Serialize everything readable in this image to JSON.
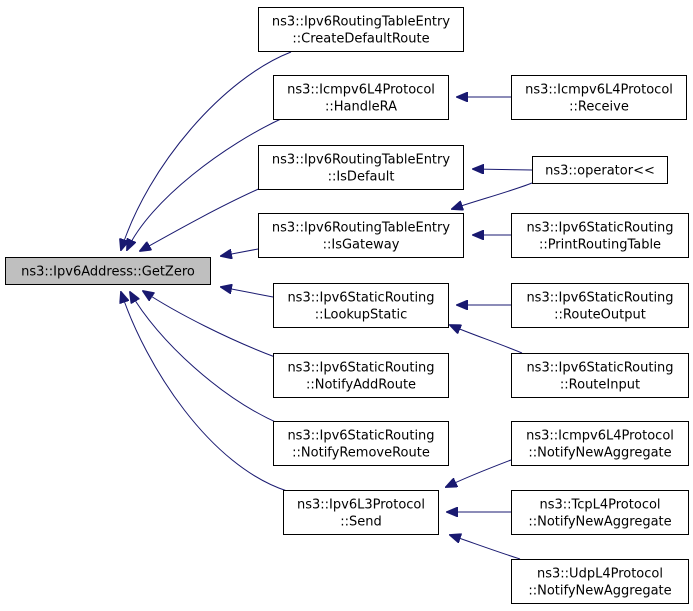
{
  "diagram": {
    "accent_color": "#191970",
    "root": {
      "id": "getzero",
      "lines": [
        "ns3::Ipv6Address::GetZero"
      ]
    },
    "nodes": [
      {
        "id": "createdefaultroute",
        "lines": [
          "ns3::Ipv6RoutingTableEntry",
          "::CreateDefaultRoute"
        ]
      },
      {
        "id": "handlera",
        "lines": [
          "ns3::Icmpv6L4Protocol",
          "::HandleRA"
        ]
      },
      {
        "id": "receive",
        "lines": [
          "ns3::Icmpv6L4Protocol",
          "::Receive"
        ]
      },
      {
        "id": "isdefault",
        "lines": [
          "ns3::Ipv6RoutingTableEntry",
          "::IsDefault"
        ]
      },
      {
        "id": "operator",
        "lines": [
          "ns3::operator<<"
        ]
      },
      {
        "id": "isgateway",
        "lines": [
          "ns3::Ipv6RoutingTableEntry",
          "::IsGateway"
        ]
      },
      {
        "id": "printroutingtable",
        "lines": [
          "ns3::Ipv6StaticRouting",
          "::PrintRoutingTable"
        ]
      },
      {
        "id": "lookupstatic",
        "lines": [
          "ns3::Ipv6StaticRouting",
          "::LookupStatic"
        ]
      },
      {
        "id": "routeoutput",
        "lines": [
          "ns3::Ipv6StaticRouting",
          "::RouteOutput"
        ]
      },
      {
        "id": "routeinput",
        "lines": [
          "ns3::Ipv6StaticRouting",
          "::RouteInput"
        ]
      },
      {
        "id": "notifyaddroute",
        "lines": [
          "ns3::Ipv6StaticRouting",
          "::NotifyAddRoute"
        ]
      },
      {
        "id": "notifyremoveroute",
        "lines": [
          "ns3::Ipv6StaticRouting",
          "::NotifyRemoveRoute"
        ]
      },
      {
        "id": "send",
        "lines": [
          "ns3::Ipv6L3Protocol",
          "::Send"
        ]
      },
      {
        "id": "icmpv6notify",
        "lines": [
          "ns3::Icmpv6L4Protocol",
          "::NotifyNewAggregate"
        ]
      },
      {
        "id": "tcpnotify",
        "lines": [
          "ns3::TcpL4Protocol",
          "::NotifyNewAggregate"
        ]
      },
      {
        "id": "udpnotify",
        "lines": [
          "ns3::UdpL4Protocol",
          "::NotifyNewAggregate"
        ]
      }
    ],
    "edges": [
      {
        "from": "createdefaultroute",
        "to": "getzero"
      },
      {
        "from": "handlera",
        "to": "getzero"
      },
      {
        "from": "isdefault",
        "to": "getzero"
      },
      {
        "from": "isgateway",
        "to": "getzero"
      },
      {
        "from": "lookupstatic",
        "to": "getzero"
      },
      {
        "from": "notifyaddroute",
        "to": "getzero"
      },
      {
        "from": "notifyremoveroute",
        "to": "getzero"
      },
      {
        "from": "send",
        "to": "getzero"
      },
      {
        "from": "receive",
        "to": "handlera"
      },
      {
        "from": "operator",
        "to": "isdefault"
      },
      {
        "from": "operator",
        "to": "isgateway"
      },
      {
        "from": "printroutingtable",
        "to": "isgateway"
      },
      {
        "from": "routeoutput",
        "to": "lookupstatic"
      },
      {
        "from": "routeinput",
        "to": "lookupstatic"
      },
      {
        "from": "icmpv6notify",
        "to": "send"
      },
      {
        "from": "tcpnotify",
        "to": "send"
      },
      {
        "from": "udpnotify",
        "to": "send"
      }
    ]
  }
}
